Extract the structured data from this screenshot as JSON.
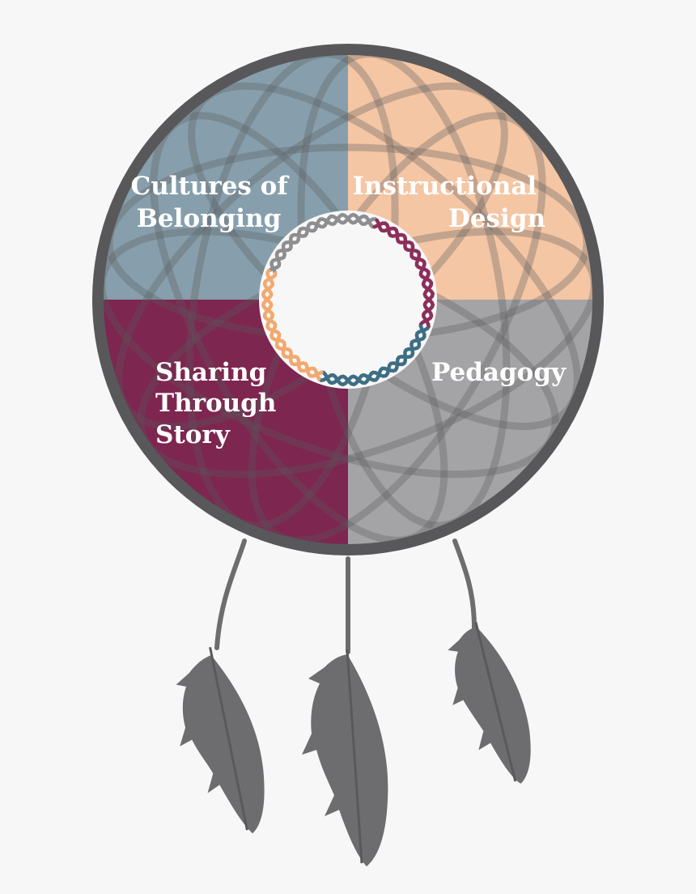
{
  "quadrants": {
    "top_left": {
      "lines": [
        "Cultures of",
        "Belonging"
      ]
    },
    "top_right": {
      "lines": [
        "Instructional",
        "Design"
      ]
    },
    "bottom_right": {
      "lines": [
        "Pedagogy"
      ]
    },
    "bottom_left": {
      "lines": [
        "Sharing",
        "Through",
        "Story"
      ]
    }
  },
  "colors": {
    "background": "#f7f7f7",
    "rim": "#58585a",
    "top_left": "#879fac",
    "top_right": "#f4c6a4",
    "bottom_right": "#a4a4a6",
    "bottom_left": "#7d2650",
    "web": "#5b5b5d",
    "feather": "#6d6d6f",
    "braid_gray": "#8e8e90",
    "braid_maroon": "#8b2f5a",
    "braid_teal": "#3e6e84",
    "braid_peach": "#f2a96f"
  }
}
